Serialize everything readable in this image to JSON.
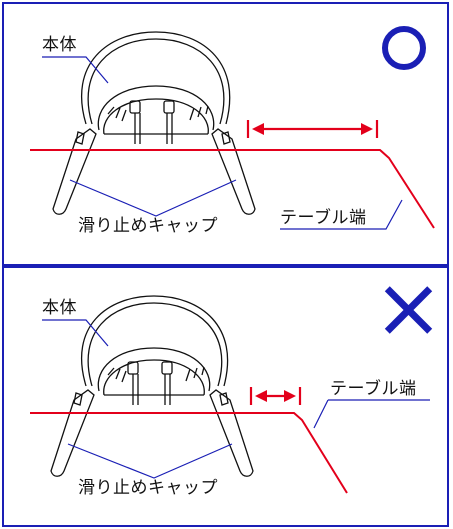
{
  "panels": [
    {
      "verdict_symbol": "○",
      "labels": {
        "body": "本体",
        "non_slip_caps": "滑り止めキャップ",
        "table_edge": "テーブル端"
      }
    },
    {
      "verdict_symbol": "✕",
      "labels": {
        "body": "本体",
        "non_slip_caps": "滑り止めキャップ",
        "table_edge": "テーブル端"
      }
    }
  ],
  "colors": {
    "frame": "#1a1fb5",
    "table": "#e3001b",
    "leader": "#1a1fb5",
    "good_mark": "#1a1fb5",
    "bad_mark": "#1a1fb5"
  }
}
